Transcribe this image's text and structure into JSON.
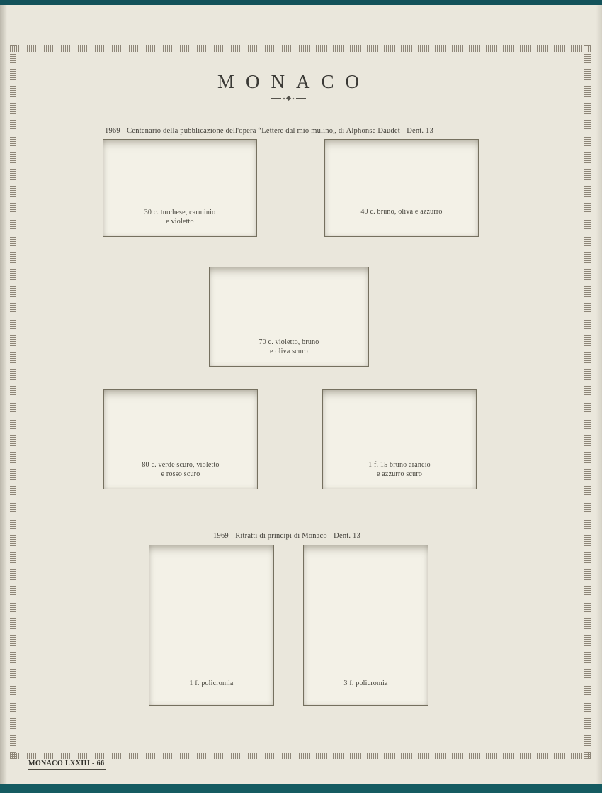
{
  "page": {
    "title": "MONACO",
    "footer": "MONACO LXXIII - 66",
    "colors": {
      "band_teal": "#155b61",
      "paper": "#eae7dc",
      "box_face": "#f3f1e7"
    }
  },
  "sections": [
    {
      "caption": "1969 - Centenario della pubblicazione dell'opera “Lettere dal mio mulino„ di Alphonse Daudet - Dent. 13",
      "stamps": [
        {
          "label": "30 c. turchese, carminio\ne violetto"
        },
        {
          "label": "40 c. bruno, oliva e azzurro"
        },
        {
          "label": "70 c. violetto, bruno\ne oliva scuro"
        },
        {
          "label": "80 c. verde scuro, violetto\ne rosso scuro"
        },
        {
          "label": "1 f. 15 bruno arancio\ne azzurro scuro"
        }
      ]
    },
    {
      "caption": "1969 - Ritratti di principi di Monaco - Dent. 13",
      "stamps": [
        {
          "label": "1 f. policromia"
        },
        {
          "label": "3 f. policromia"
        }
      ]
    }
  ]
}
